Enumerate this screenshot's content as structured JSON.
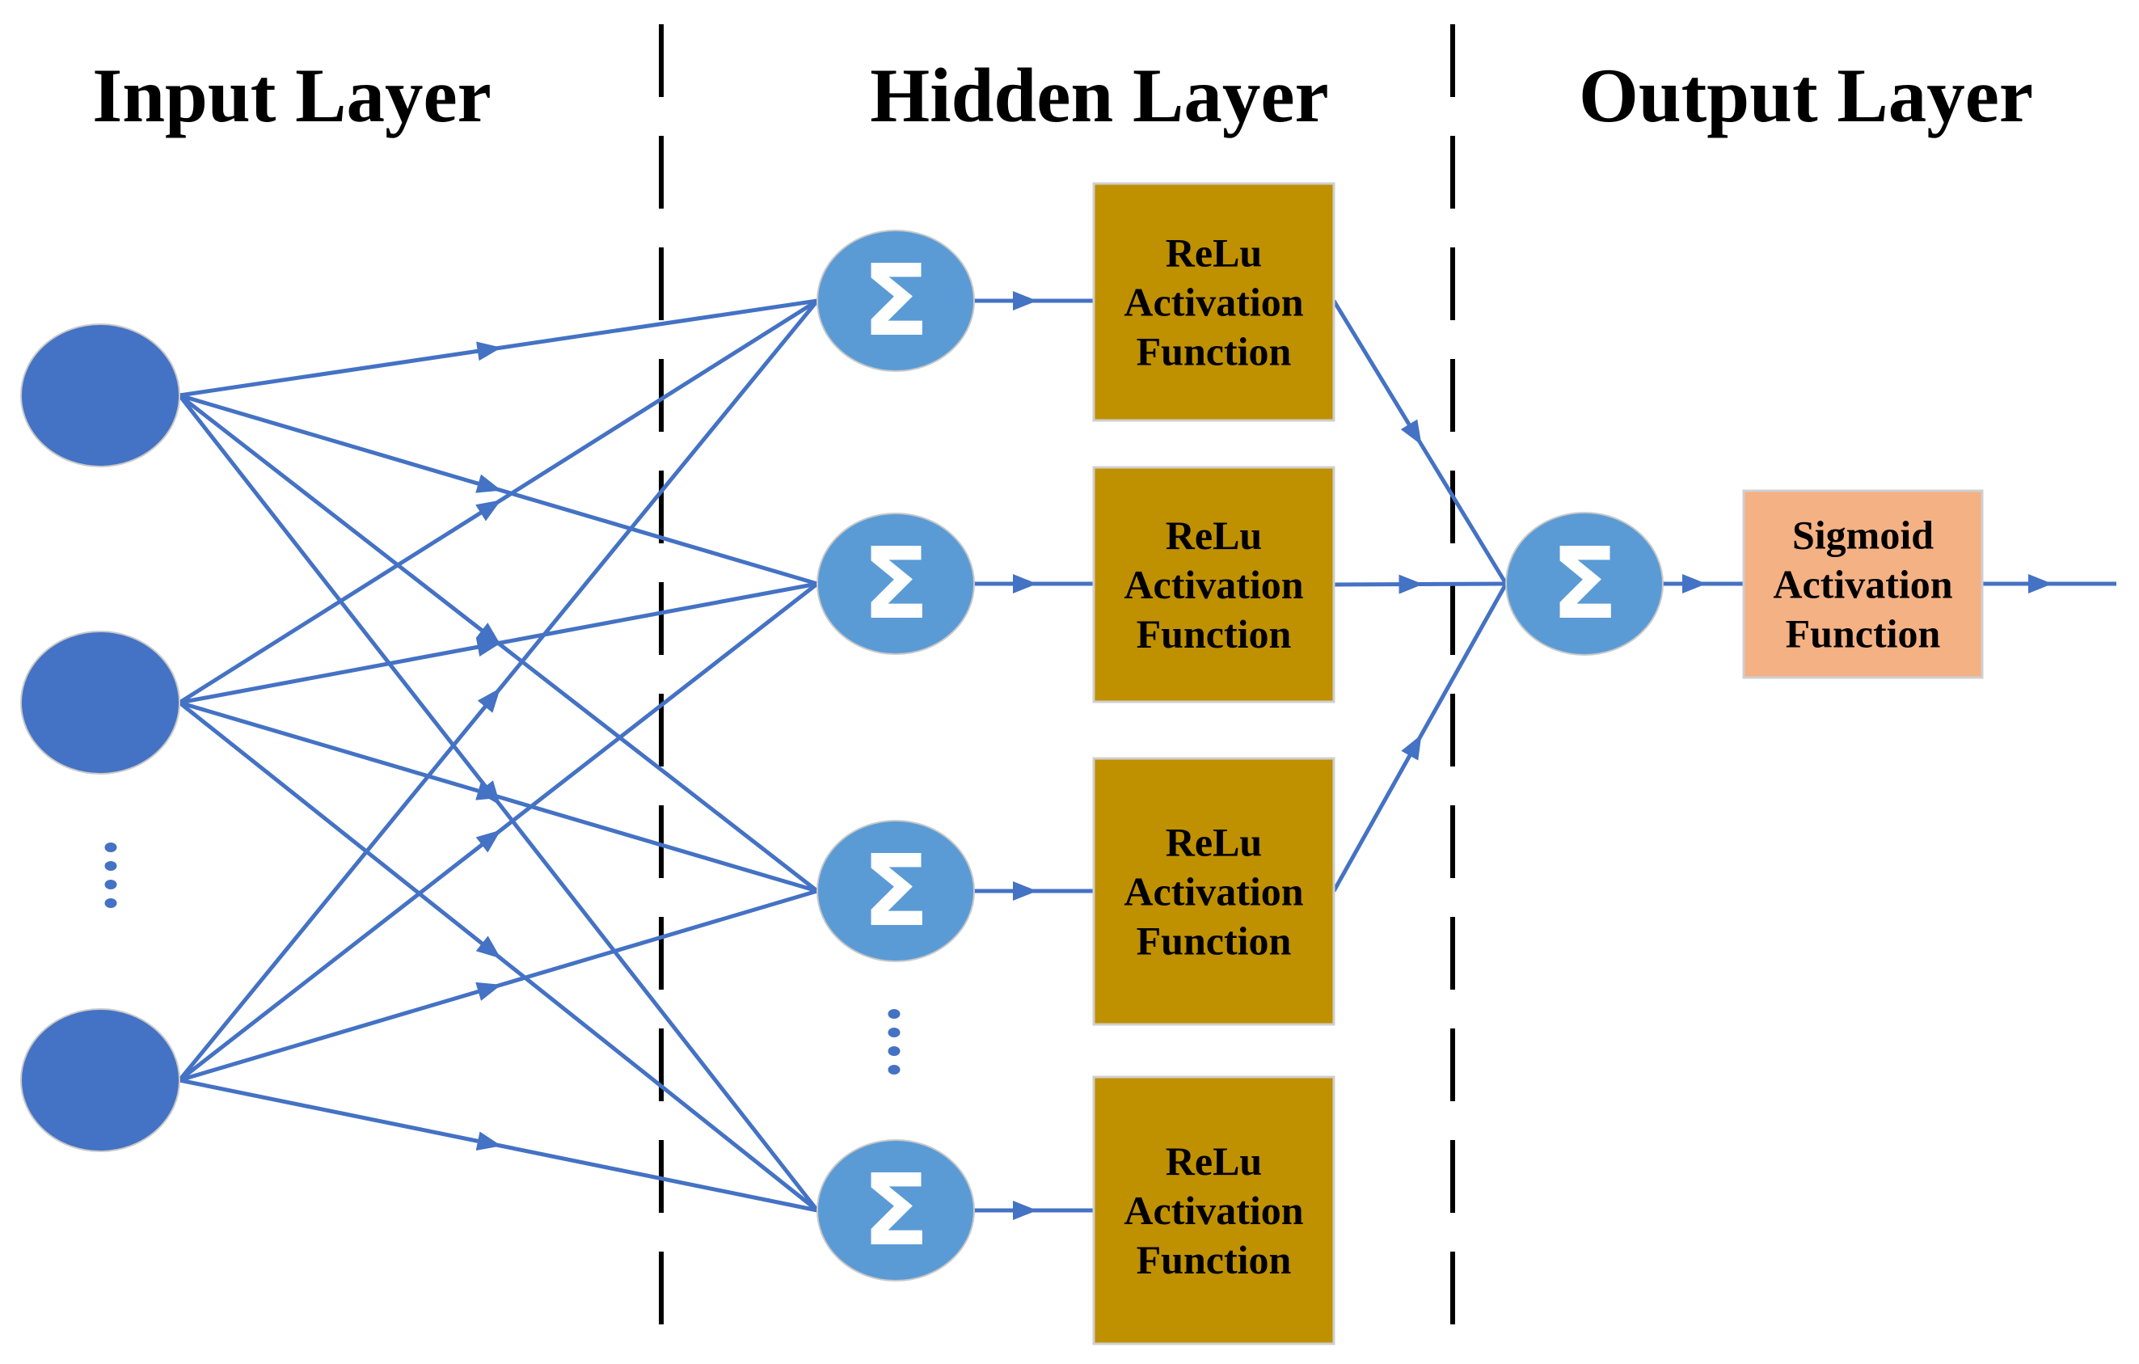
{
  "titles": {
    "input": "Input Layer",
    "hidden": "Hidden Layer",
    "output": "Output Layer"
  },
  "nodes": {
    "input_count": 3,
    "hidden_count": 4,
    "output_count": 1,
    "sum_symbol": "Σ"
  },
  "boxes": {
    "relu_label_lines": [
      "ReLu",
      "Activation",
      "Function"
    ],
    "relu_count": 4,
    "sigmoid_label_lines": [
      "Sigmoid",
      "Activation",
      "Function"
    ],
    "sigmoid_count": 1
  },
  "ellipsis": {
    "input_dots": 4,
    "hidden_dots": 4
  },
  "colors": {
    "background": "#ffffff",
    "input_node": "#4472C4",
    "hidden_node": "#5B9BD5",
    "output_node": "#5B9BD5",
    "arrow": "#4472C4",
    "dots": "#4472C4",
    "relu_box": "#BF9000",
    "sigmoid_box": "#F4B183",
    "box_border": "#CFCFCF",
    "node_border": "#C9C9C9",
    "divider": "#000000",
    "title_text": "#000000",
    "box_text": "#000000",
    "sigma_text": "#ffffff"
  }
}
